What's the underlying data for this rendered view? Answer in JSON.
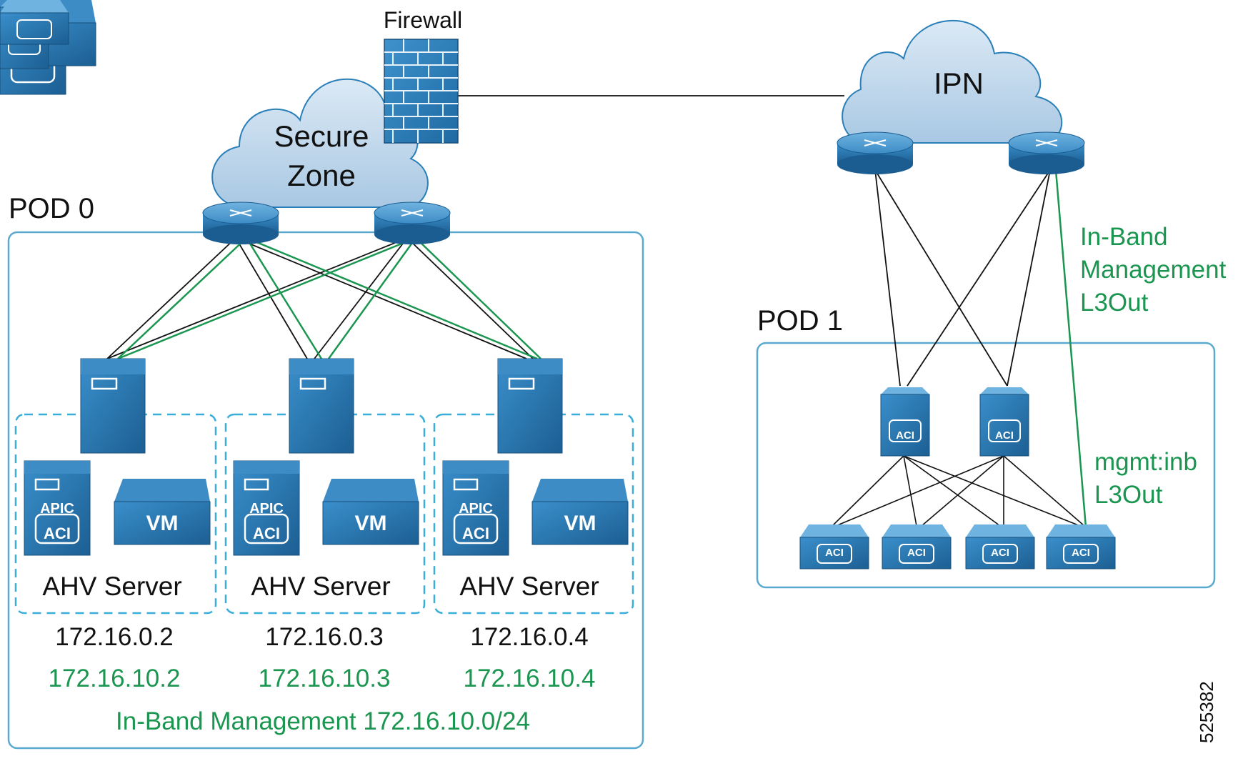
{
  "diagram": {
    "firewall_label": "Firewall",
    "secure_zone_line1": "Secure",
    "secure_zone_line2": "Zone",
    "ipn_label": "IPN",
    "pod0_label": "POD 0",
    "pod1_label": "POD 1",
    "apic_label": "APIC",
    "aci_label": "ACI",
    "vm_label": "VM",
    "servers": [
      {
        "name": "AHV Server",
        "ip": "172.16.0.2",
        "inband_ip": "172.16.10.2"
      },
      {
        "name": "AHV Server",
        "ip": "172.16.0.3",
        "inband_ip": "172.16.10.3"
      },
      {
        "name": "AHV Server",
        "ip": "172.16.0.4",
        "inband_ip": "172.16.10.4"
      }
    ],
    "inband_subnet": "In-Band Management 172.16.10.0/24",
    "l3out_line1": "In-Band",
    "l3out_line2": "Management",
    "l3out_line3": "L3Out",
    "mgmt_line1": "mgmt:inb",
    "mgmt_line2": "L3Out",
    "figure_id": "525382"
  },
  "colors": {
    "device_blue": "#1f6fa8",
    "cloud_fill": "#c6dcee",
    "inband_green": "#1a9650",
    "dashed_cyan": "#3aaed8",
    "pod_border": "#5aa9cf"
  }
}
